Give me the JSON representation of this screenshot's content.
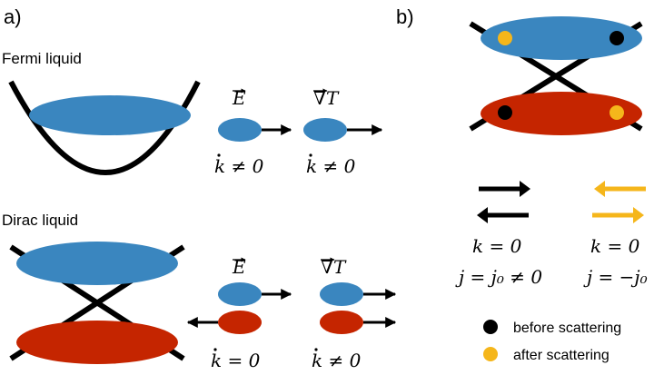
{
  "panel_a": {
    "label": "a)",
    "fermi": {
      "title": "Fermi liquid",
      "field_labels": [
        "E",
        "∇T"
      ],
      "conditions": [
        "k ≠ 0",
        "k ≠ 0"
      ]
    },
    "dirac": {
      "title": "Dirac liquid",
      "field_labels": [
        "E",
        "∇T"
      ],
      "conditions": [
        "k = 0",
        "k ≠ 0"
      ]
    }
  },
  "panel_b": {
    "label": "b)",
    "black_group": {
      "momentum": "k = 0",
      "current": "j = j₀ ≠ 0"
    },
    "yellow_group": {
      "momentum": "k = 0",
      "current": "j = −j₀"
    },
    "legend": [
      {
        "label": "before scattering",
        "color": "#000000"
      },
      {
        "label": "after scattering",
        "color": "#f5b61b"
      }
    ]
  },
  "colors": {
    "electron_band": "#3a86bf",
    "hole_band": "#c52500",
    "after_scattering": "#f5b61b",
    "before_scattering": "#000000"
  }
}
